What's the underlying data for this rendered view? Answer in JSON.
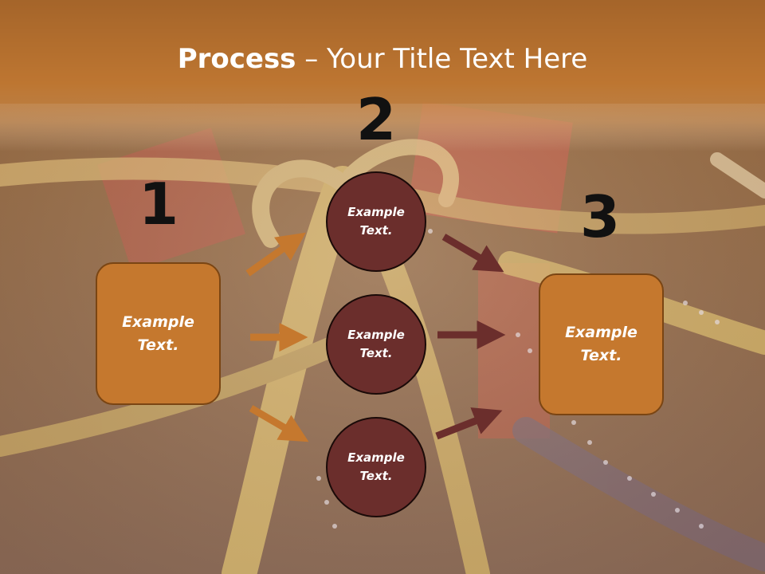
{
  "title": {
    "bold": "Process",
    "rest": " – Your Title Text Here"
  },
  "steps": [
    {
      "number": "1"
    },
    {
      "number": "2"
    },
    {
      "number": "3"
    }
  ],
  "left_box": {
    "line1": "Example",
    "line2": "Text."
  },
  "right_box": {
    "line1": "Example",
    "line2": "Text."
  },
  "circles": [
    {
      "line1": "Example",
      "line2": "Text."
    },
    {
      "line1": "Example",
      "line2": "Text."
    },
    {
      "line1": "Example",
      "line2": "Text."
    }
  ],
  "colors": {
    "header_band": "#b8732f",
    "box_fill": "#c5782e",
    "circle_fill": "#6b2e2c",
    "arrow_in": "#c5782e",
    "arrow_out": "#6b2e2c"
  }
}
